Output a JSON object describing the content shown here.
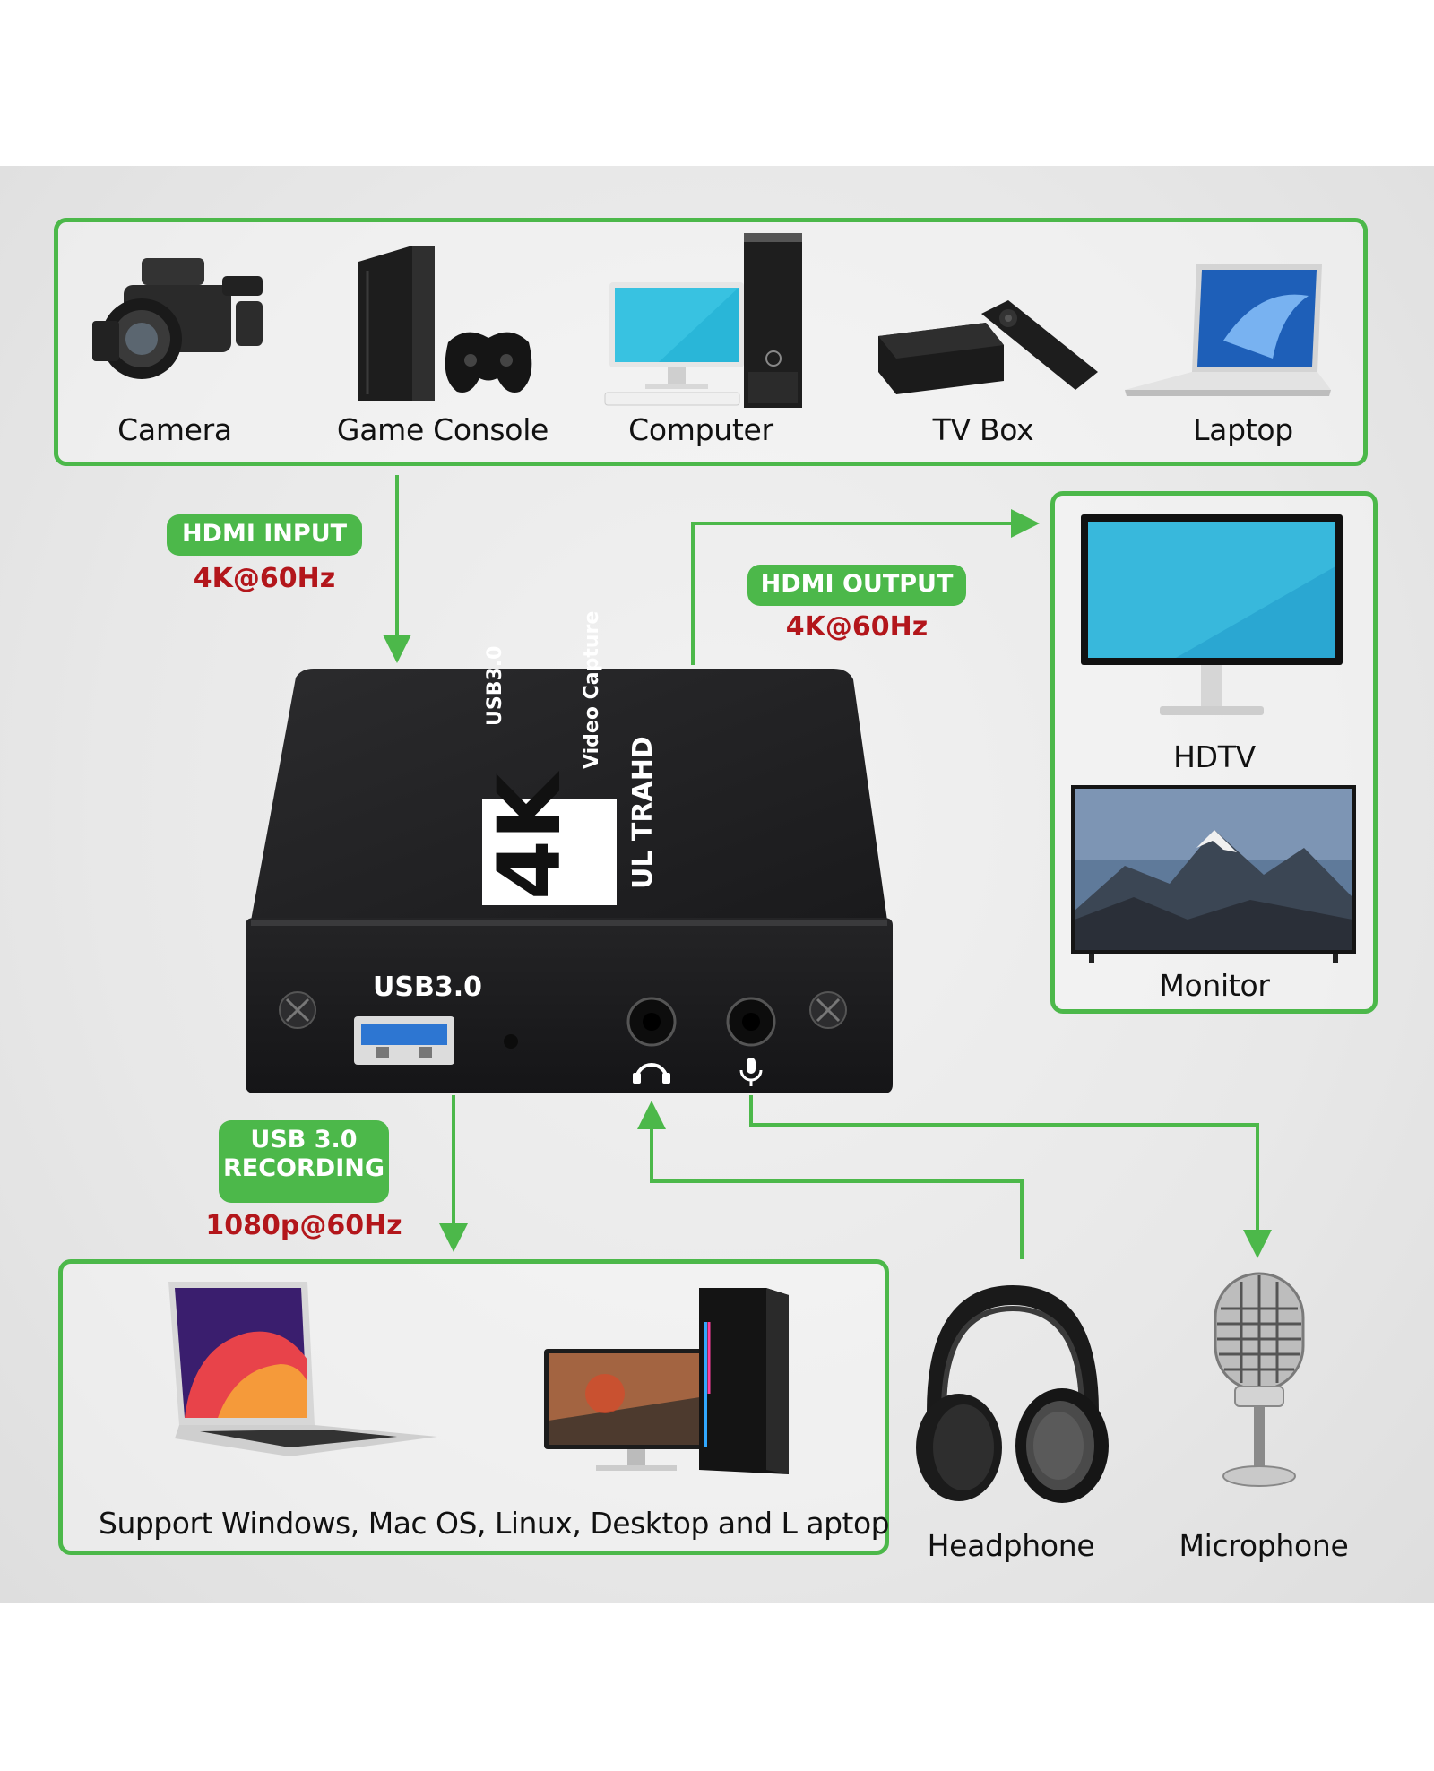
{
  "colors": {
    "frame_green": "#4cb84a",
    "rate_red": "#b3161b",
    "device_black": "#1c1c1e"
  },
  "sources": {
    "items": [
      {
        "label": "Camera",
        "icon": "camera-icon"
      },
      {
        "label": "Game Console",
        "icon": "game-console-icon"
      },
      {
        "label": "Computer",
        "icon": "computer-icon"
      },
      {
        "label": "TV Box",
        "icon": "tv-box-icon"
      },
      {
        "label": "Laptop",
        "icon": "laptop-icon"
      }
    ]
  },
  "hdmi_input": {
    "label": "HDMI INPUT",
    "rate": "4K@60Hz"
  },
  "hdmi_output": {
    "label": "HDMI OUTPUT",
    "rate": "4K@60Hz"
  },
  "displays": {
    "items": [
      {
        "label": "HDTV",
        "icon": "hdtv-icon"
      },
      {
        "label": "Monitor",
        "icon": "monitor-icon"
      }
    ]
  },
  "device": {
    "top_usb": "USB3.0",
    "top_video": "Video Capture",
    "top_4k": "4K",
    "top_ultra": "UL TRAHD",
    "front_usb": "USB3.0"
  },
  "usb_recording": {
    "line1": "USB 3.0",
    "line2": "RECORDING",
    "rate": "1080p@60Hz"
  },
  "computers": {
    "caption": "Support Windows, Mac OS, Linux, Desktop and L aptop"
  },
  "audio": {
    "items": [
      {
        "label": "Headphone",
        "icon": "headphone-icon"
      },
      {
        "label": "Microphone",
        "icon": "microphone-icon"
      }
    ]
  }
}
